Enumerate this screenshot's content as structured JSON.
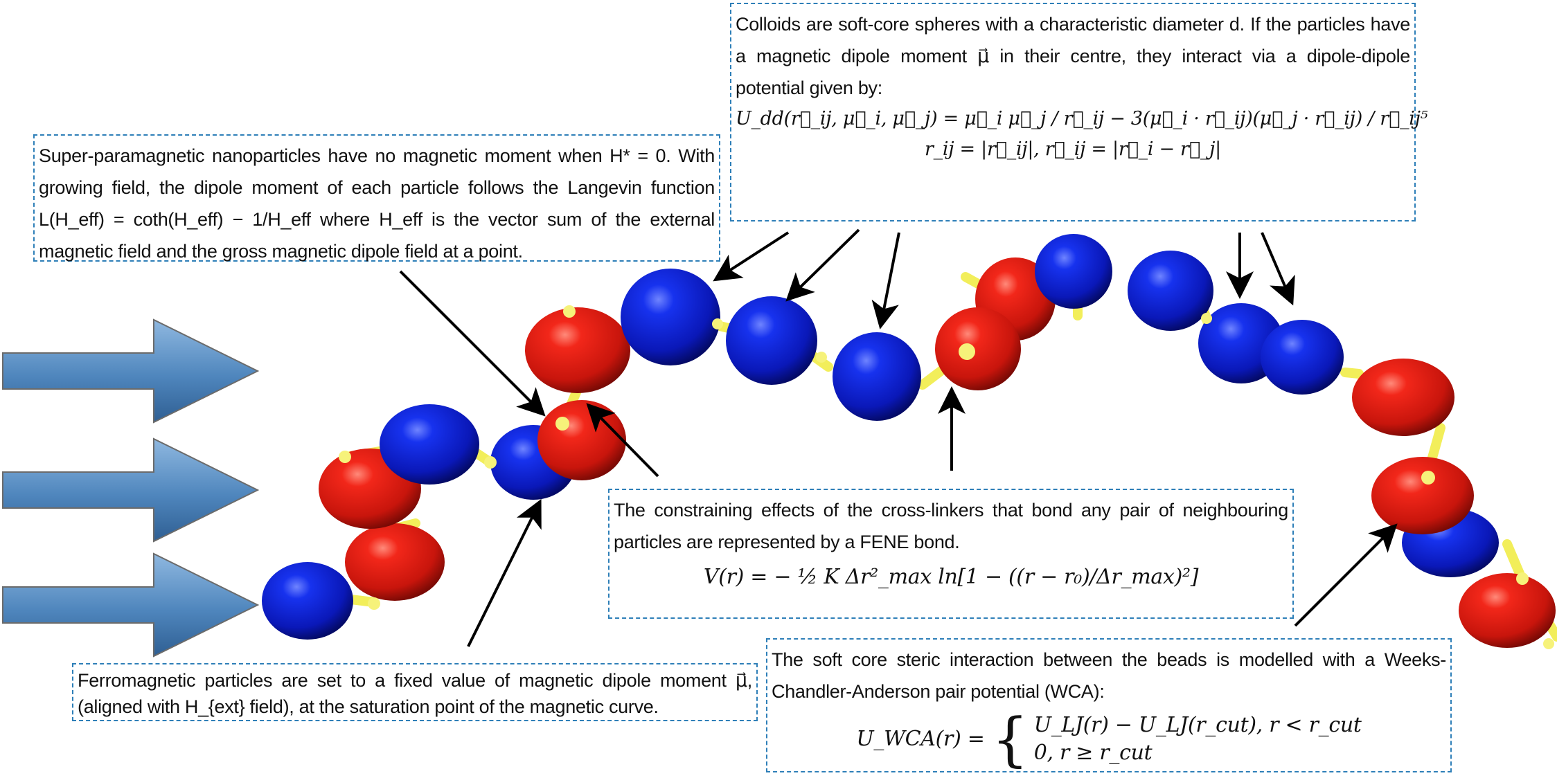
{
  "annotations": {
    "colloids": {
      "text": "Colloids are soft-core spheres with a characteristic diameter d. If the particles have a magnetic dipole moment μ⃗ in their centre, they interact via a dipole-dipole potential given by:",
      "eq1": "U_dd(r⃗_ij, μ⃗_i, μ⃗_j) = μ⃗_i μ⃗_j / r⃗_ij − 3(μ⃗_i · r⃗_ij)(μ⃗_j · r⃗_ij) / r⃗_ij⁵",
      "eq2": "r_ij = |r⃗_ij|,   r⃗_ij = |r⃗_i − r⃗_j|"
    },
    "superparamagnetic": {
      "text": "Super-paramagnetic nanoparticles have no magnetic moment when H* = 0. With growing field, the dipole moment of each particle follows the Langevin function L(H_eff) = coth(H_eff) − 1/H_eff where H_eff is the vector sum of the external magnetic field and the gross magnetic dipole field at a point."
    },
    "fene": {
      "text": "The constraining effects of the cross-linkers that bond any pair of neighbouring particles are represented by a FENE bond.",
      "eq": "V(r) = − ½ K Δr²_max ln[1 − ((r − r₀)/Δr_max)²]"
    },
    "ferromagnetic": {
      "text": "Ferromagnetic particles are set to a fixed value of magnetic dipole moment μ⃗, (aligned with H_{ext} field), at the saturation point of the magnetic curve."
    },
    "wca": {
      "text": "The soft core steric interaction between the beads is modelled with a Weeks-Chandler-Anderson pair potential (WCA):",
      "eq_lhs": "U_WCA(r) =",
      "case1": "U_LJ(r) − U_LJ(r_cut),   r < r_cut",
      "case2": "0,   r ≥ r_cut"
    }
  },
  "colors": {
    "ferromagnetic_bead": "#e01a12",
    "superparamagnetic_bead": "#0a1fd6",
    "bond": "#f2ee5a",
    "field_arrow": "#5d93c6",
    "box_border": "#2e7fb8"
  }
}
